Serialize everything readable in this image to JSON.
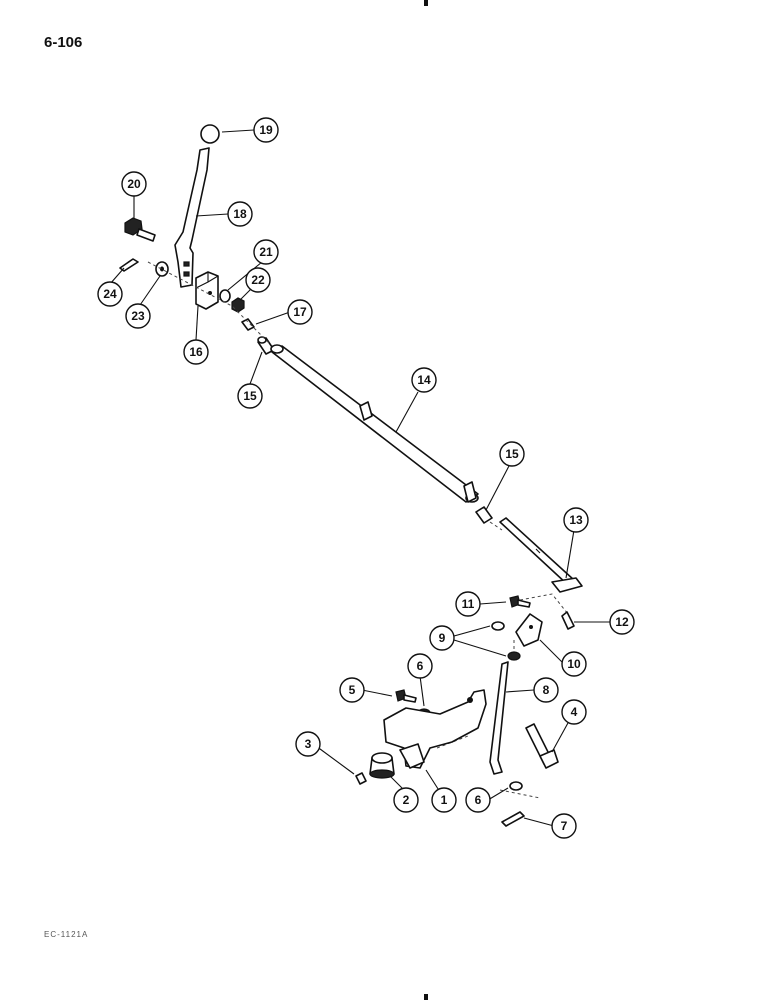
{
  "page_number": "6-106",
  "figure_code": "EC-1121A",
  "callouts": [
    {
      "label": "19"
    },
    {
      "label": "20"
    },
    {
      "label": "18"
    },
    {
      "label": "21"
    },
    {
      "label": "22"
    },
    {
      "label": "24"
    },
    {
      "label": "23"
    },
    {
      "label": "17"
    },
    {
      "label": "16"
    },
    {
      "label": "15"
    },
    {
      "label": "14"
    },
    {
      "label": "15"
    },
    {
      "label": "13"
    },
    {
      "label": "11"
    },
    {
      "label": "12"
    },
    {
      "label": "9"
    },
    {
      "label": "10"
    },
    {
      "label": "6"
    },
    {
      "label": "5"
    },
    {
      "label": "8"
    },
    {
      "label": "4"
    },
    {
      "label": "3"
    },
    {
      "label": "2"
    },
    {
      "label": "1"
    },
    {
      "label": "6"
    },
    {
      "label": "7"
    }
  ]
}
